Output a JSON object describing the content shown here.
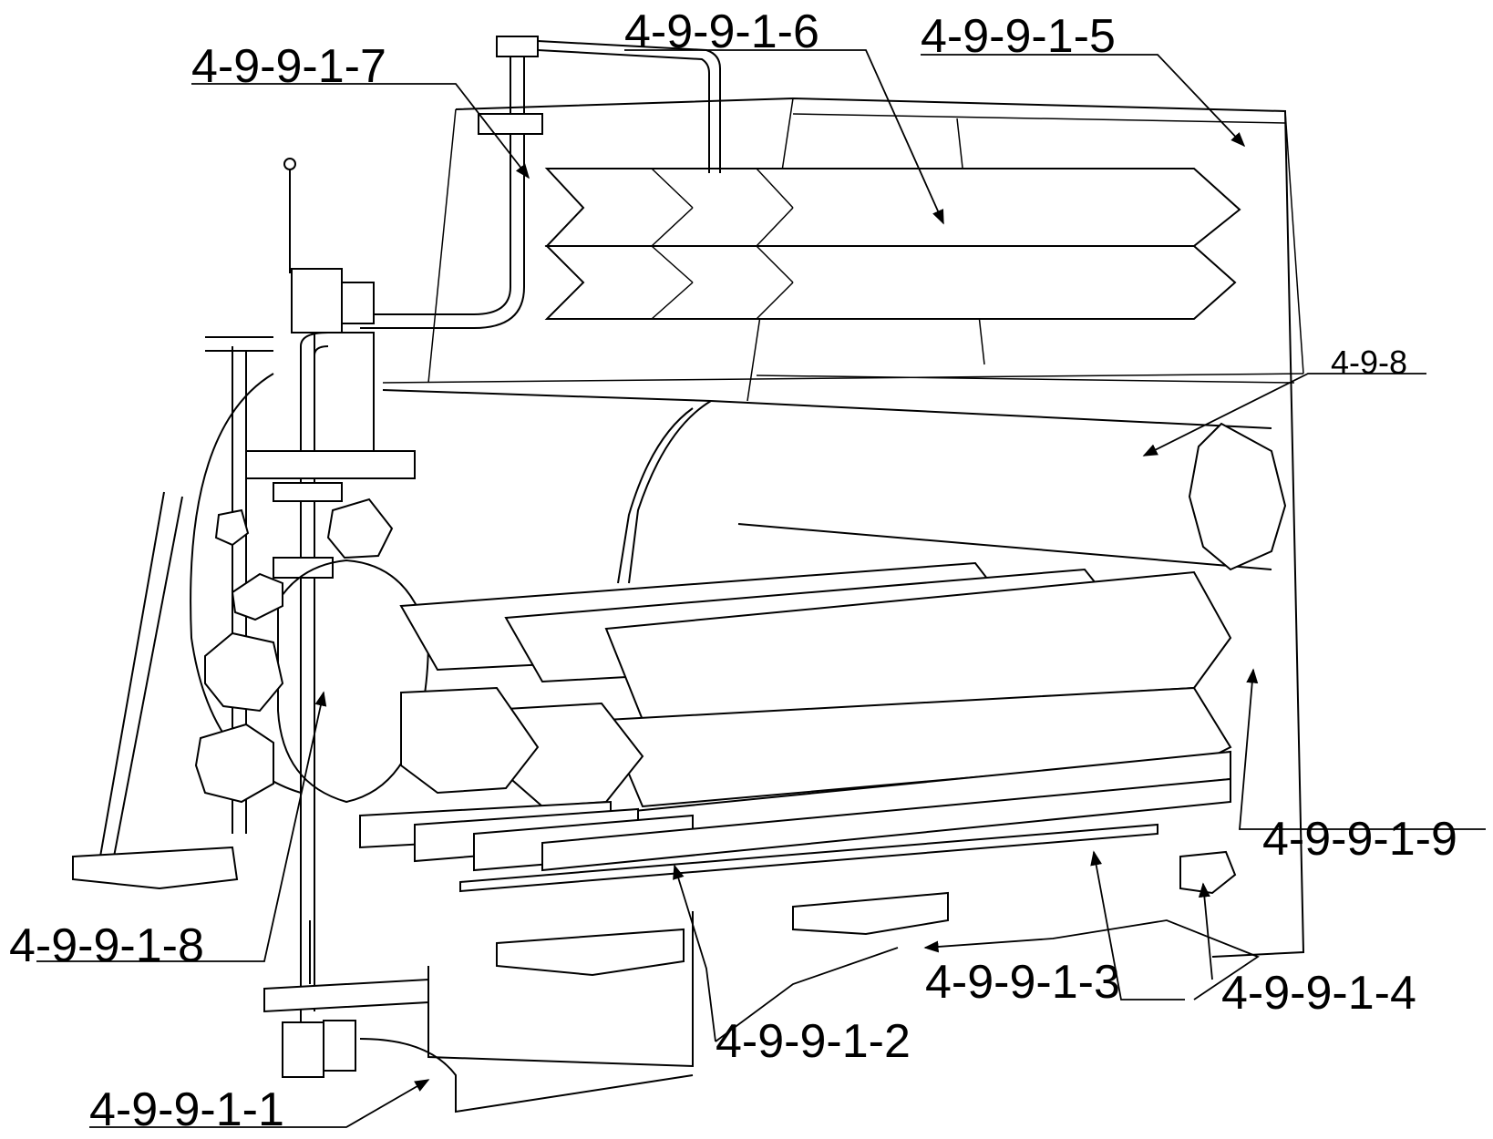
{
  "labels": {
    "l_4_9_9_1_7": "4-9-9-1-7",
    "l_4_9_9_1_6": "4-9-9-1-6",
    "l_4_9_9_1_5": "4-9-9-1-5",
    "l_4_9_8": "4-9-8",
    "l_4_9_9_1_9": "4-9-9-1-9",
    "l_4_9_9_1_8": "4-9-9-1-8",
    "l_4_9_9_1_3": "4-9-9-1-3",
    "l_4_9_9_1_4": "4-9-9-1-4",
    "l_4_9_9_1_2": "4-9-9-1-2",
    "l_4_9_9_1_1": "4-9-9-1-1"
  },
  "colors": {
    "line": "#000000",
    "background": "#ffffff"
  }
}
